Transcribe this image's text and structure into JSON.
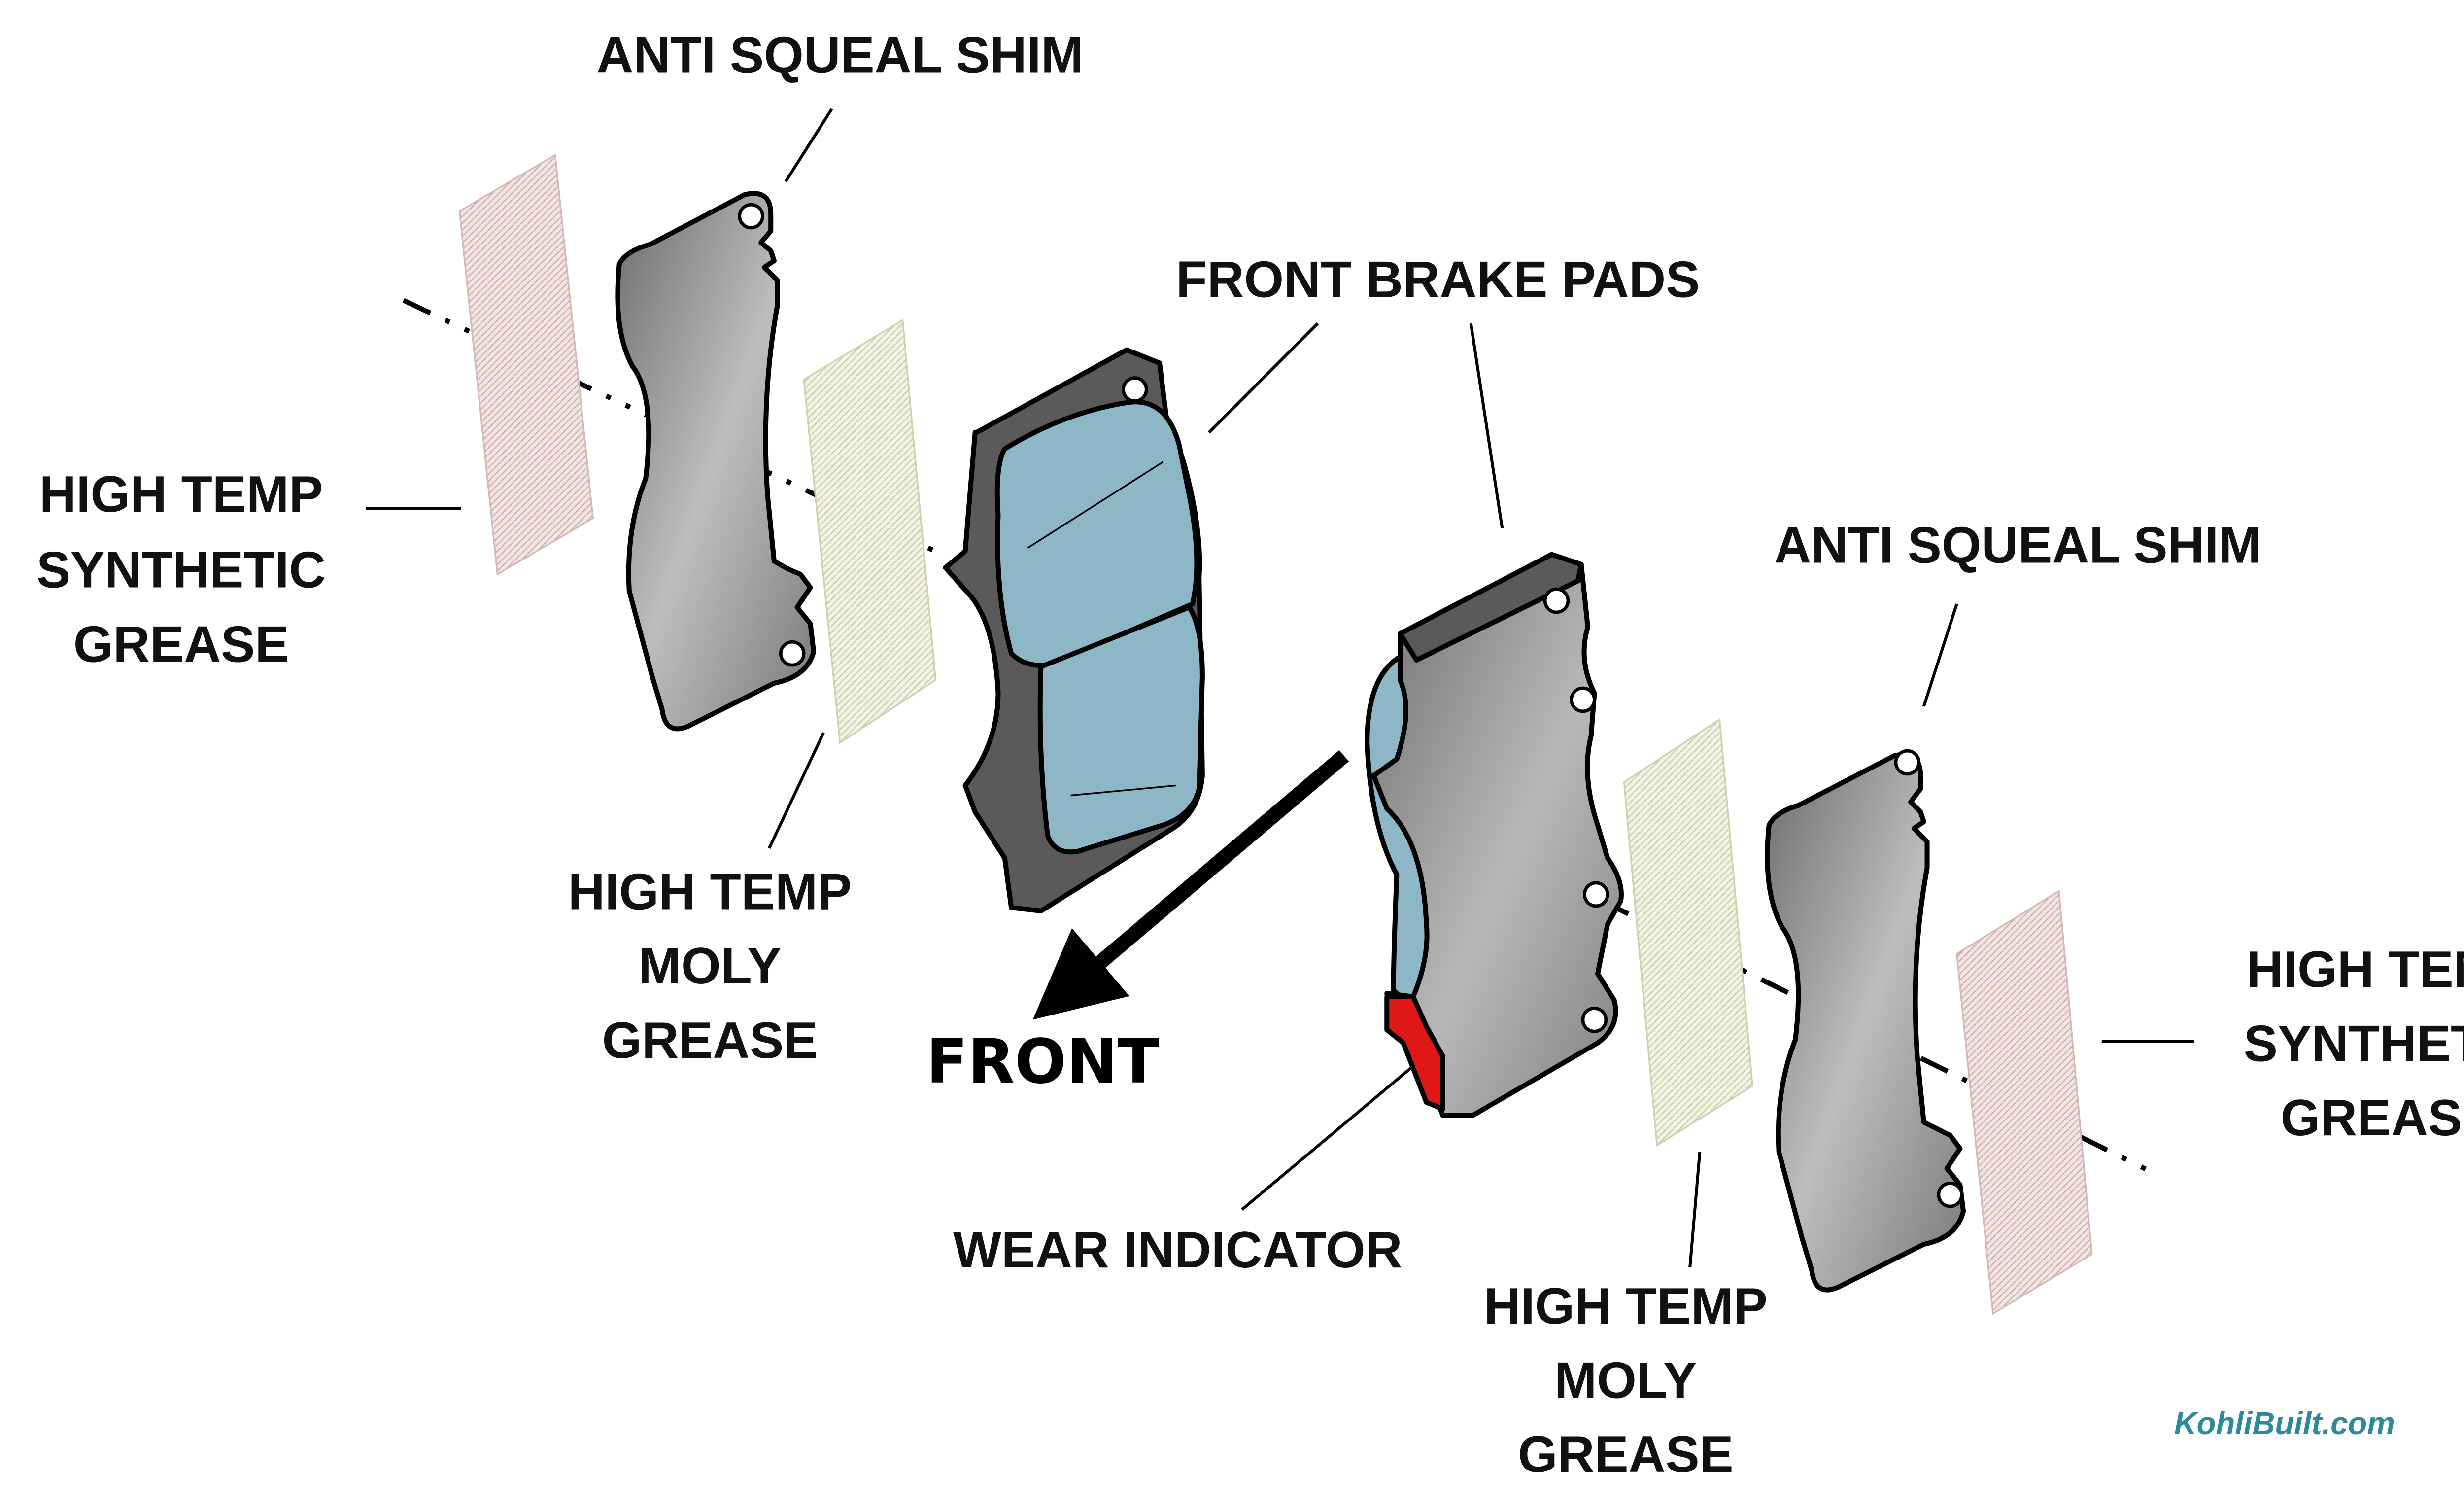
{
  "labels": {
    "anti_squeal_shim_left": "ANTI SQUEAL SHIM",
    "anti_squeal_shim_right": "ANTI SQUEAL SHIM",
    "front_brake_pads": "FRONT BRAKE PADS",
    "synthetic_grease_left": [
      "HIGH TEMP",
      "SYNTHETIC",
      "GREASE"
    ],
    "synthetic_grease_right": [
      "HIGH TEMP",
      "SYNTHETIC",
      "GREASE"
    ],
    "moly_grease_left": [
      "HIGH TEMP",
      "MOLY",
      "GREASE"
    ],
    "moly_grease_right": [
      "HIGH TEMP",
      "MOLY",
      "GREASE"
    ],
    "wear_indicator": "WEAR INDICATOR",
    "front": "FRONT"
  },
  "watermark": "KohliBuilt.com",
  "colors": {
    "pad_friction": "#8db7c6",
    "pad_backing": "#9a9a9a",
    "shim": "#a9a9a9",
    "synthetic_grease": "#f0dcdc",
    "moly_grease": "#eef0dc",
    "wear_indicator": "#e01818",
    "watermark": "#2e8a9a"
  }
}
